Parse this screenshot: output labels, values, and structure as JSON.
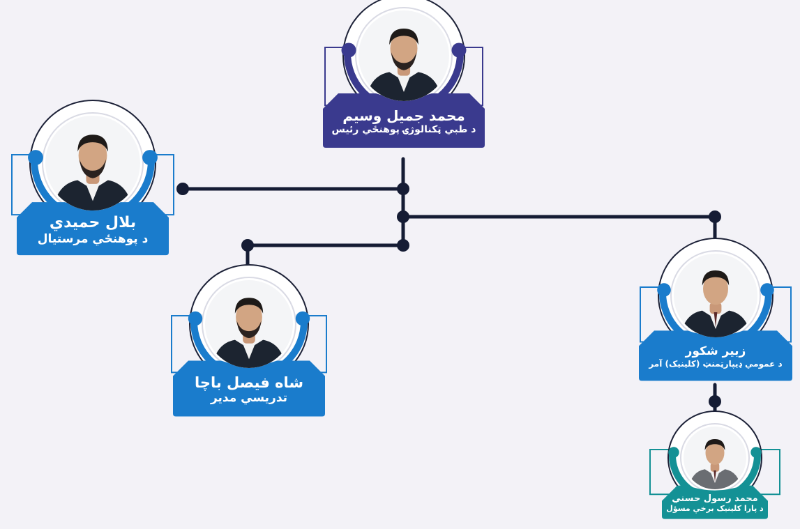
{
  "colors": {
    "background": "#f3f2f7",
    "navy": "#3a3a8e",
    "blue": "#1a7ccc",
    "teal": "#149195",
    "connector": "#151c34"
  },
  "people": [
    {
      "id": "head",
      "name": "محمد جمیل وسیم",
      "title": "د طبي ټکنالوژۍ پوهنځي رئیس",
      "accent": "#3a3a8e",
      "icon": "person-photo"
    },
    {
      "id": "admin",
      "name": "بلال حمیدي",
      "title": "د پوهنځي مرستیال",
      "accent": "#1a7ccc",
      "icon": "person-photo"
    },
    {
      "id": "teaching",
      "name": "شاه فیصل باچا",
      "title": "تدریسي مدیر",
      "accent": "#1a7ccc",
      "icon": "person-photo"
    },
    {
      "id": "dept",
      "name": "زبیر شکور",
      "title": "د عمومي ډیپارټمنټ (کلینیک) آمر",
      "accent": "#1a7ccc",
      "icon": "person-photo"
    },
    {
      "id": "para",
      "name": "محمد رسول حسني",
      "title": "د پارا کلینیک برخې مسؤل",
      "accent": "#149195",
      "icon": "person-photo"
    }
  ]
}
